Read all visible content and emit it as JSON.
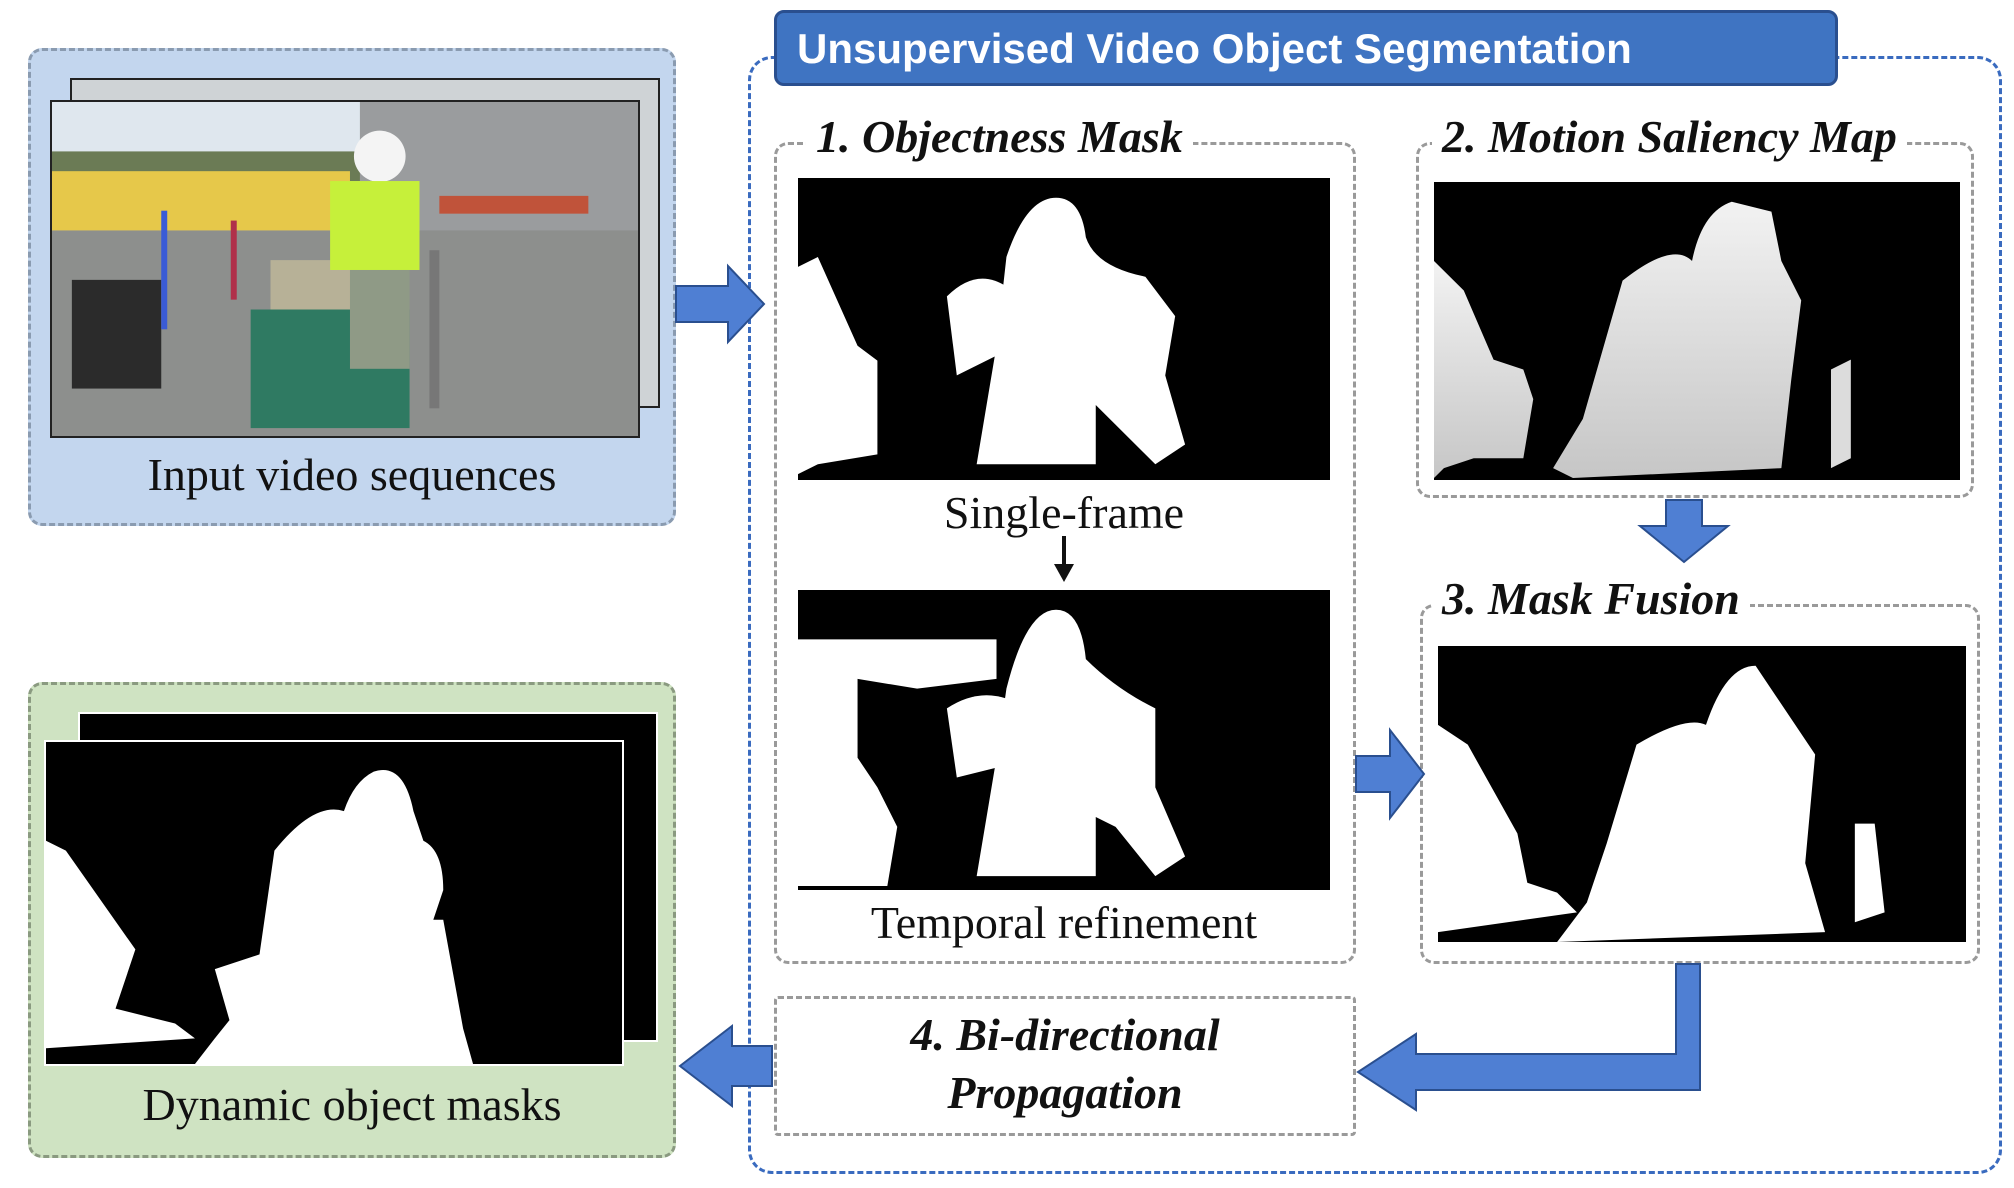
{
  "header": {
    "title": "Unsupervised Video Object Segmentation"
  },
  "input": {
    "caption": "Input video sequences"
  },
  "output": {
    "caption": "Dynamic object masks"
  },
  "steps": {
    "objectness": {
      "title": "1. Objectness Mask",
      "single_label": "Single-frame",
      "temporal_label": "Temporal refinement"
    },
    "motion": {
      "title": "2. Motion Saliency Map"
    },
    "fusion": {
      "title": "3. Mask Fusion"
    },
    "propagation": {
      "line1": "4. Bi-directional",
      "line2": "Propagation"
    }
  },
  "colors": {
    "accent": "#3a6bbf",
    "header_bg": "#3f74c2",
    "input_panel_bg": "#c3d6ee",
    "output_panel_bg": "#cfe3c2",
    "arrow_fill": "#4f7fd3"
  }
}
